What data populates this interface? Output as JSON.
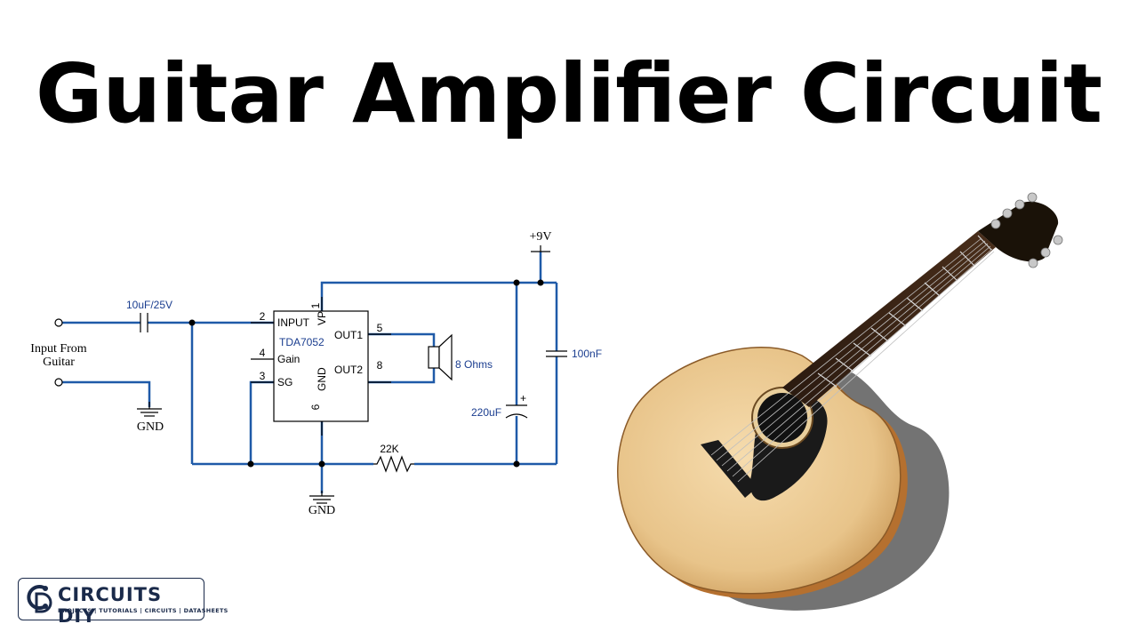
{
  "title": "Guitar Amplifier Circuit",
  "circuit": {
    "input_label_line1": "Input From",
    "input_label_line2": "Guitar",
    "gnd_label": "GND",
    "input_capacitor": "10uF/25V",
    "ic_name": "TDA7052",
    "pins": {
      "input": "INPUT",
      "vp": "VP",
      "gain": "Gain",
      "sg": "SG",
      "gnd": "GND",
      "out1": "OUT1",
      "out2": "OUT2"
    },
    "pin_numbers": {
      "input": "2",
      "vp": "1",
      "gain": "4",
      "sg": "3",
      "gnd": "6",
      "out1": "5",
      "out2": "8"
    },
    "speaker": "8 Ohms",
    "supply": "+9V",
    "decoupling_capacitor": "100nF",
    "electrolytic_capacitor": "220uF",
    "polarity_mark": "+",
    "resistor": "22K"
  },
  "logo": {
    "name": "CIRCUITS DIY",
    "tagline": "PROJECTS | TUTORIALS | CIRCUITS | DATASHEETS",
    "color": "#1a2a4a"
  },
  "colors": {
    "wire": "#1f5aa8",
    "label_blue": "#1a3d8f",
    "title": "#000000"
  }
}
